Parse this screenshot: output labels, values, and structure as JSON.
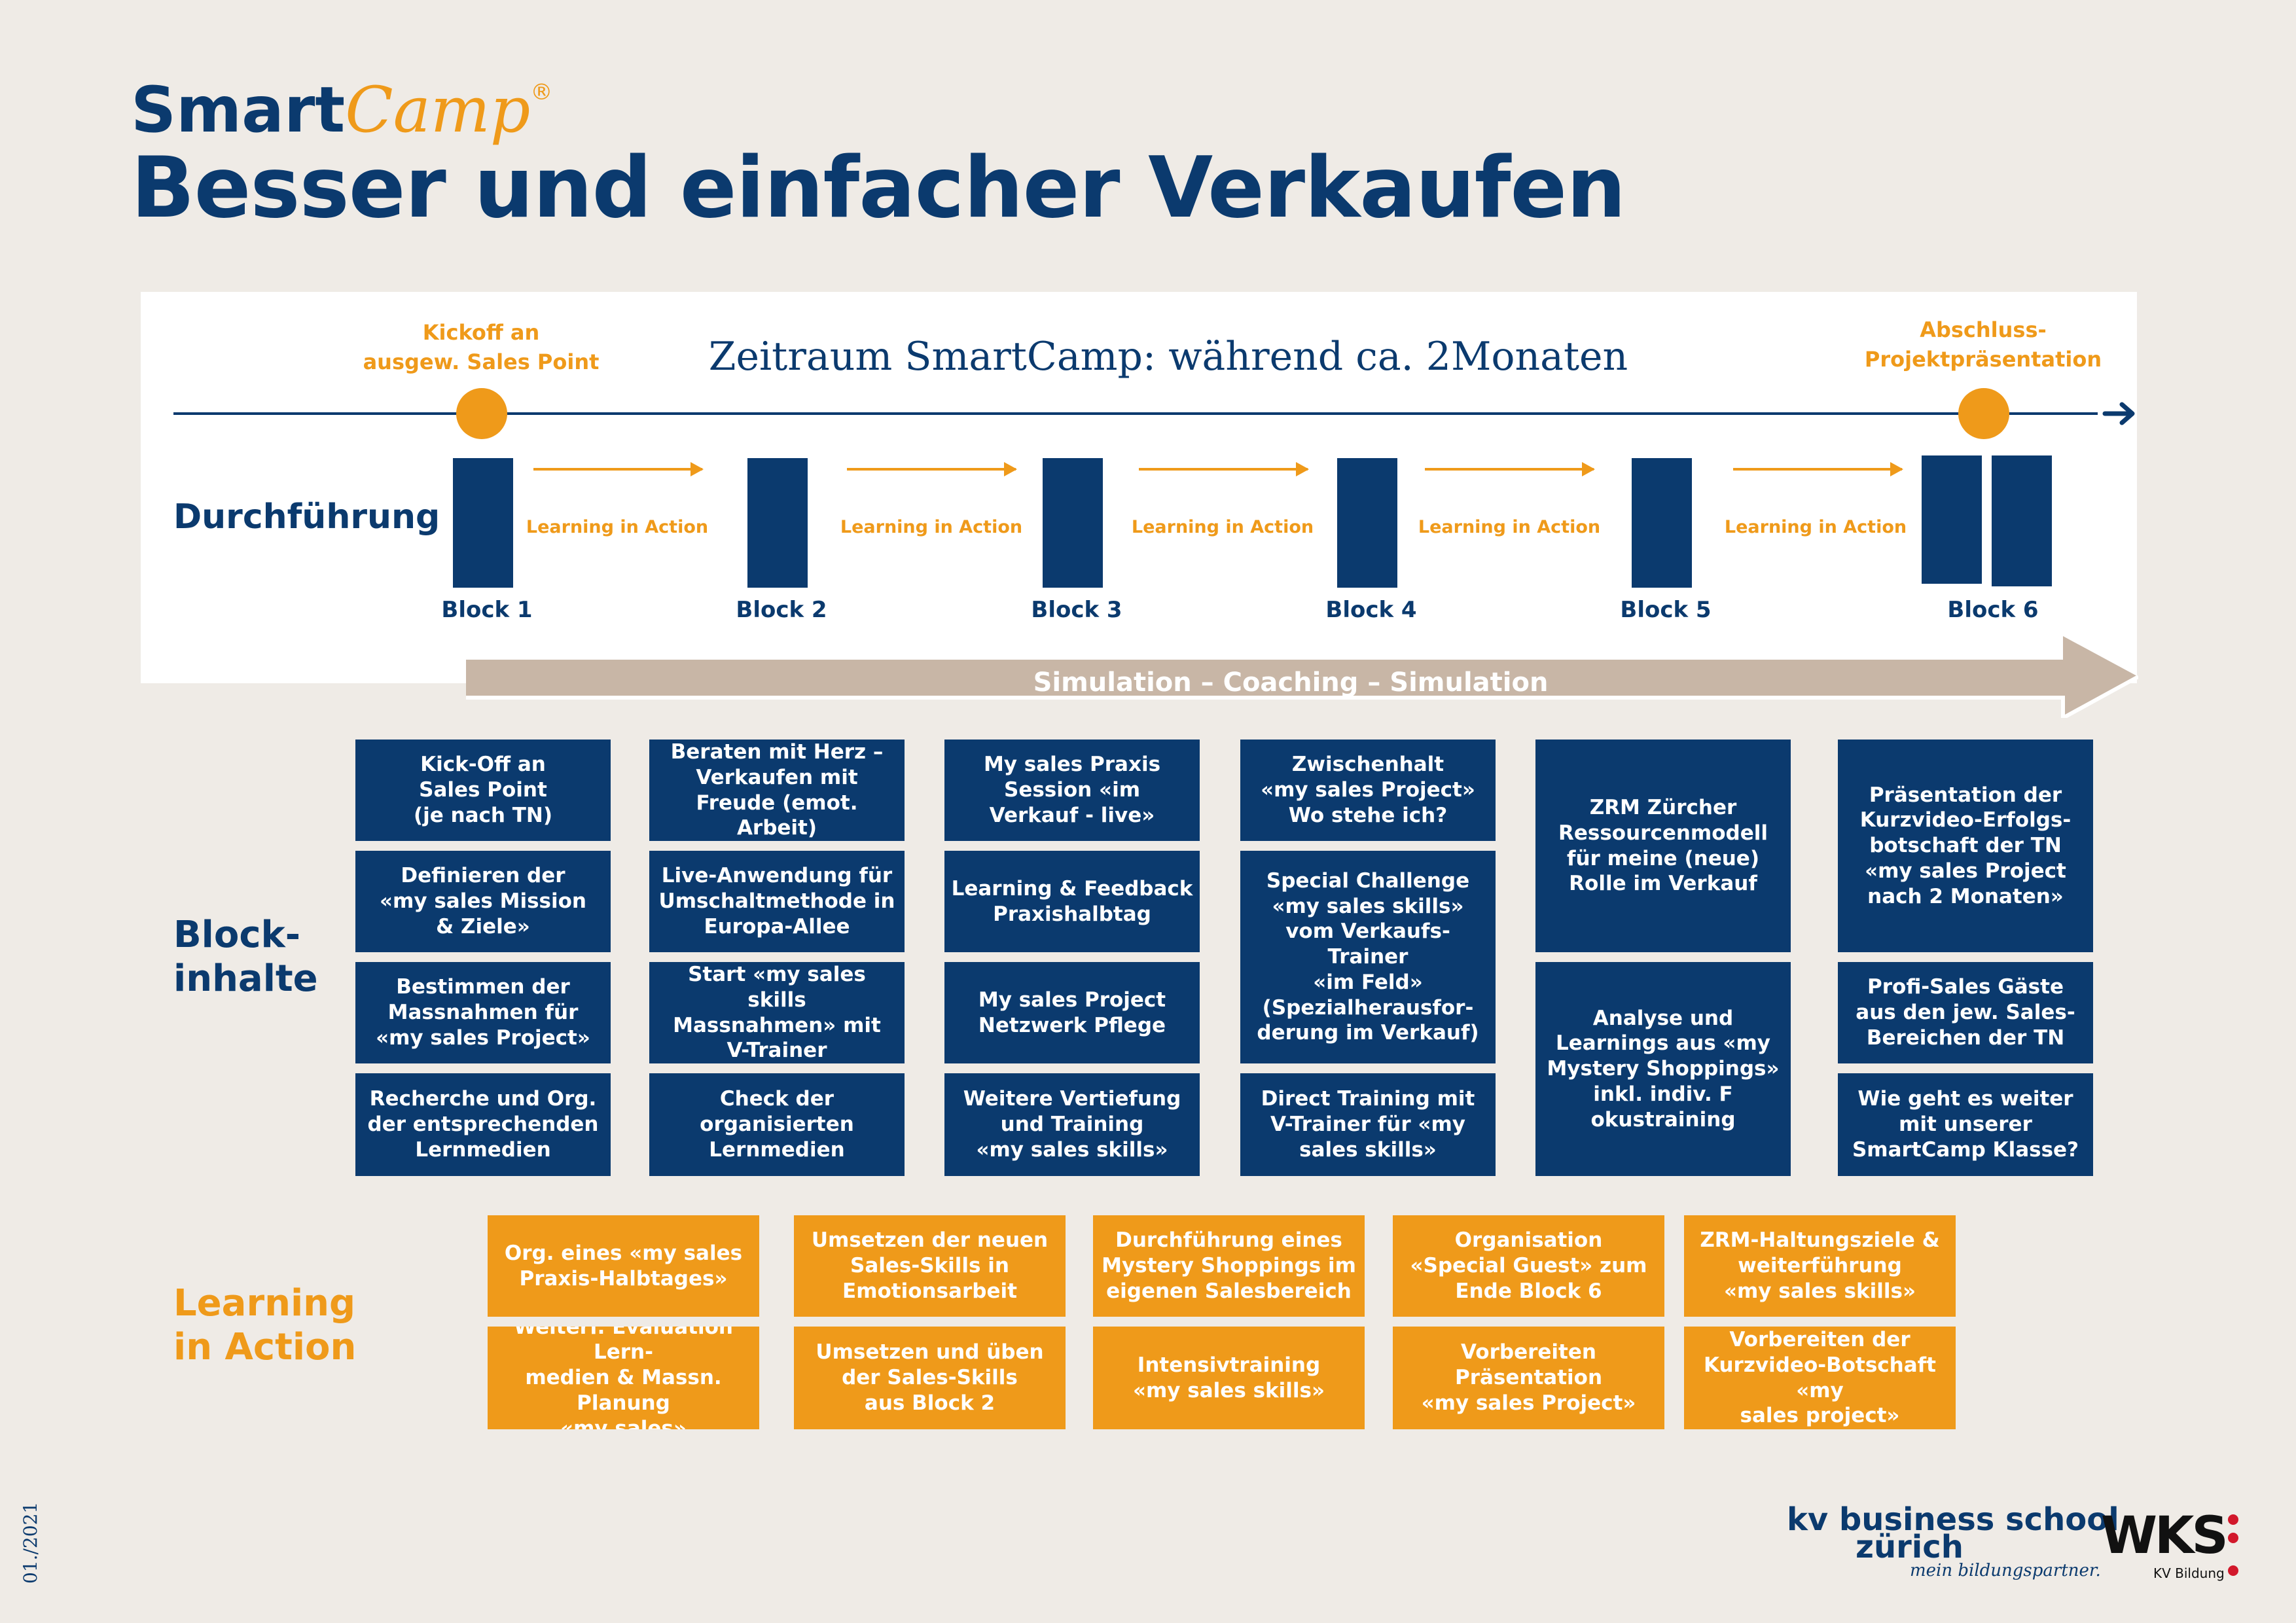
{
  "brand": {
    "smart": "Smart",
    "camp": "Camp",
    "registered": "®"
  },
  "title": "Besser und einfacher Verkaufen",
  "timeline": {
    "period": "Zeitraum SmartCamp: während ca. 2Monaten",
    "kickoff": "Kickoff an\nausgew. Sales Point",
    "closing": "Abschluss-\nProjektpräsentation",
    "row_label": "Durchführung",
    "blocks": [
      "Block 1",
      "Block 2",
      "Block 3",
      "Block 4",
      "Block 5",
      "Block 6"
    ],
    "arrow_label": "Learning in Action",
    "band": "Simulation – Coaching – Simulation"
  },
  "block_section_label": "Block-\ninhalte",
  "block_contents": [
    [
      "Kick-Off an\nSales Point\n(je nach TN)",
      "Definieren der\n«my sales Mission\n& Ziele»",
      "Bestimmen der\nMassnahmen für\n«my sales Project»",
      "Recherche und Org.\nder entsprechenden\nLernmedien"
    ],
    [
      "Beraten mit Herz –\nVerkaufen mit\nFreude (emot. Arbeit)",
      "Live-Anwendung für\nUmschaltmethode in\nEuropa-Allee",
      "Start «my sales skills\nMassnahmen» mit\nV-Trainer",
      "Check der\norganisierten\nLernmedien"
    ],
    [
      "My sales Praxis\nSession «im\nVerkauf - live»",
      "Learning & Feedback\nPraxishalbtag",
      "My sales Project\nNetzwerk Pflege",
      "Weitere Vertiefung\nund Training\n«my sales skills»"
    ],
    [
      "Zwischenhalt\n«my sales Project»\nWo stehe ich?",
      "Special Challenge\n«my sales skills»\nvom Verkaufs-Trainer\n«im Feld»\n(Spezialherausfor-\nderung im Verkauf)",
      "Direct Training mit\nV-Trainer für «my\nsales skills»"
    ],
    [
      "ZRM Zürcher\nRessourcenmodell\nfür meine (neue)\nRolle im Verkauf",
      "Analyse und\nLearnings aus «my\nMystery Shoppings»\ninkl. indiv. F\nokustraining"
    ],
    [
      "Präsentation der\nKurzvideo-Erfolgs-\nbotschaft der TN\n«my sales Project\nnach 2 Monaten»",
      "Profi-Sales Gäste\naus den jew. Sales-\nBereichen der TN",
      "Wie geht es weiter\nmit unserer\nSmartCamp Klasse?"
    ]
  ],
  "lia_section_label": "Learning\nin Action",
  "learning_in_action": [
    [
      "Org. eines «my sales\nPraxis-Halbtages»",
      "Weiterf. Evaluation Lern-\nmedien & Massn. Planung\n«my sales»"
    ],
    [
      "Umsetzen der neuen\nSales-Skills in\nEmotionsarbeit",
      "Umsetzen und üben\nder Sales-Skills\naus Block 2"
    ],
    [
      "Durchführung eines\nMystery Shoppings im\neigenen Salesbereich",
      "Intensivtraining\n«my sales skills»"
    ],
    [
      "Organisation\n«Special Guest» zum\nEnde Block 6",
      "Vorbereiten\nPräsentation\n«my sales Project»"
    ],
    [
      "ZRM-Haltungsziele &\nweiterführung\n«my sales skills»",
      "Vorbereiten der\nKurzvideo-Botschaft «my\nsales project»"
    ]
  ],
  "footer": {
    "date_code": "01./2021",
    "kv_name": "kv business school",
    "kv_city": "zürich",
    "kv_tagline": "mein bildungspartner.",
    "wks": "WKS",
    "wks_sub": "KV Bildung"
  },
  "colors": {
    "navy": "#0b3a6e",
    "orange": "#ef9a1a",
    "band": "#c8b6a6",
    "background": "#efebe6"
  }
}
